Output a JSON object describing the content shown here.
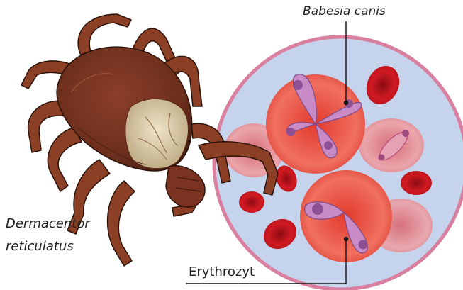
{
  "labels": {
    "parasite": "Babesia canis",
    "tick_line1": "Dermacentor",
    "tick_line2": "reticulatus",
    "cell": "Erythrozyt"
  },
  "colors": {
    "circle_fill": "#c5d4ec",
    "circle_border": "#d97fa0",
    "rbc_main": "#ec5a4a",
    "rbc_deep": "#c8141c",
    "rbc_pale": "#e88a90",
    "parasite_fill": "#c98bc6",
    "parasite_nucleus": "#8e5095",
    "tick_body": "#6b2e1c",
    "tick_legs": "#8b3f25",
    "tick_shield": "#d8c8a4"
  }
}
